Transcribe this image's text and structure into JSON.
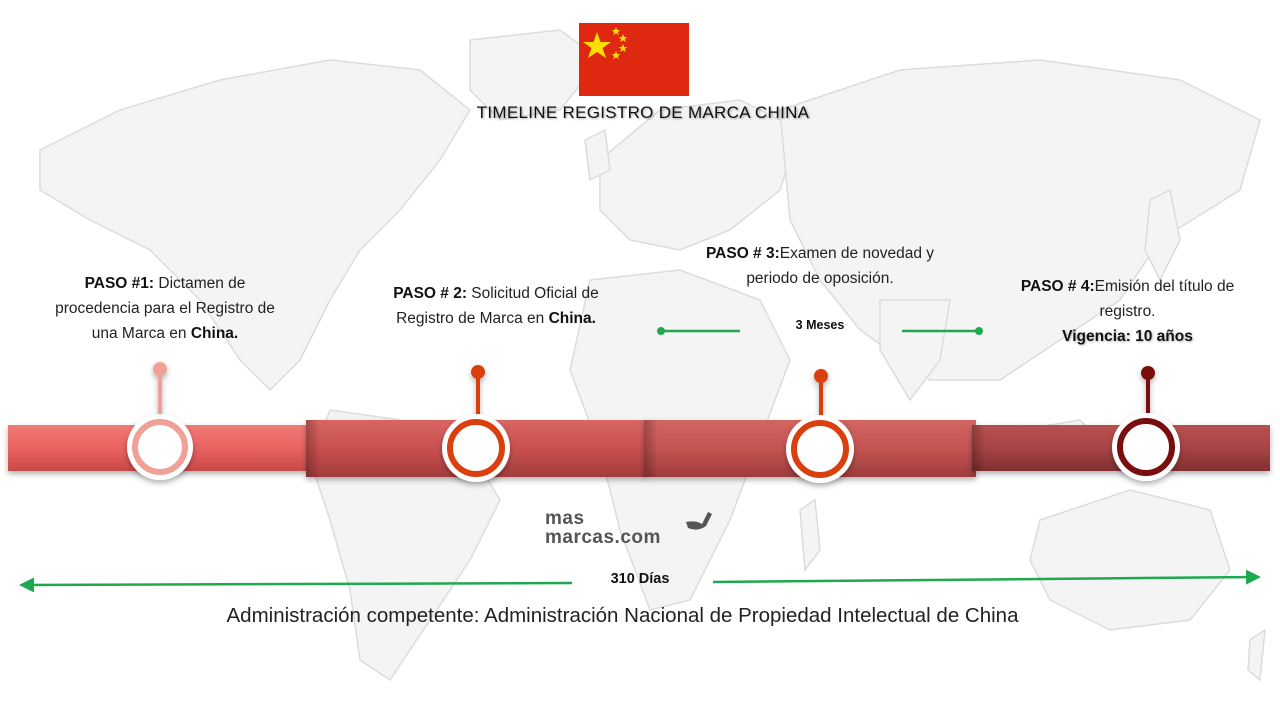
{
  "title": "TIMELINE  REGISTRO  DE  MARCA CHINA",
  "steps": [
    {
      "label": "PASO #1:",
      "text": " Dictamen de procedencia para el Registro de una Marca en ",
      "emph": "China."
    },
    {
      "label": "PASO # 2:",
      "text": " Solicitud Oficial de Registro de Marca en ",
      "emph": "China."
    },
    {
      "label": "PASO # 3:",
      "text": "Examen de novedad y periodo de oposición."
    },
    {
      "label": "PASO # 4:",
      "text": "Emisión del título de registro.",
      "validity": "Vigencia: 10 años"
    }
  ],
  "step3_duration": "3 Meses",
  "total_duration": "310 Días",
  "authority": "Administración competente: Administración Nacional de Propiedad Intelectual de China",
  "logo": {
    "line1": "mas",
    "line2": "marcas.com"
  },
  "colors": {
    "segment1": "#e8625f",
    "segment2": "#c9504f",
    "segment3": "#c45452",
    "segment4": "#a84446",
    "node1": "#f0a096",
    "node2": "#d9400f",
    "node3": "#d9400f",
    "node4": "#7a0b0b",
    "arrow_green": "#1fa84f",
    "flag_red": "#de2910",
    "flag_yellow": "#ffde00"
  },
  "icons": [
    "flag-of-china-icon",
    "world-map-background",
    "bird-logo-icon"
  ]
}
